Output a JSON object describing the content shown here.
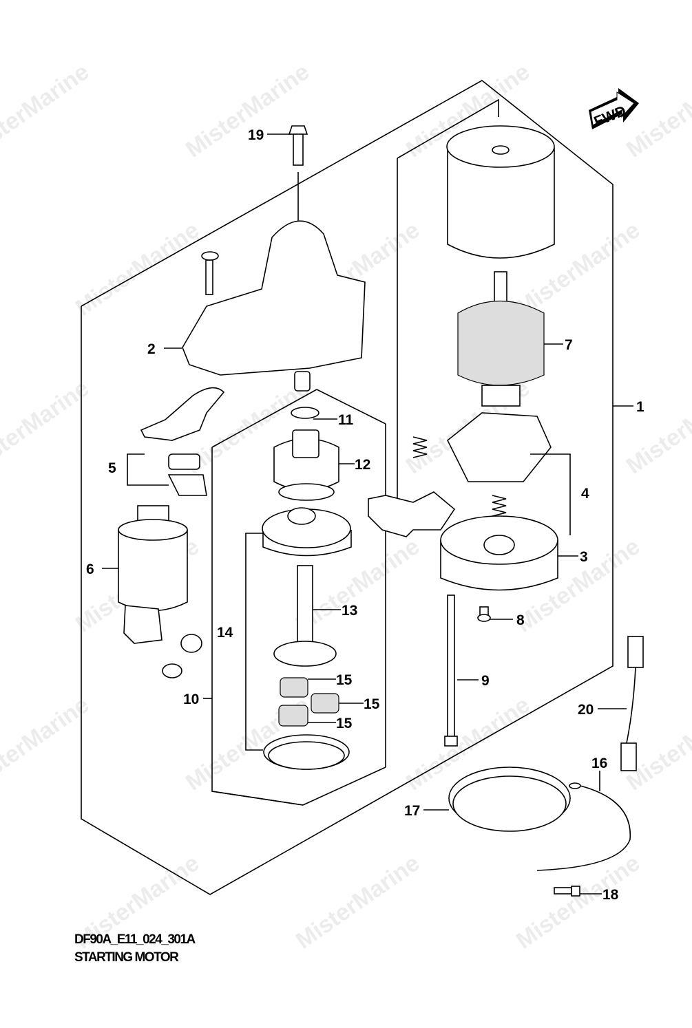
{
  "diagram": {
    "code": "DF90A_E11_024_301A",
    "title": "STARTING MOTOR",
    "direction_badge": "FWD",
    "watermark": "MisterMarine",
    "callouts": [
      "1",
      "2",
      "3",
      "4",
      "5",
      "6",
      "7",
      "8",
      "9",
      "10",
      "11",
      "12",
      "13",
      "14",
      "15",
      "15",
      "15",
      "16",
      "17",
      "18",
      "19",
      "20"
    ]
  }
}
